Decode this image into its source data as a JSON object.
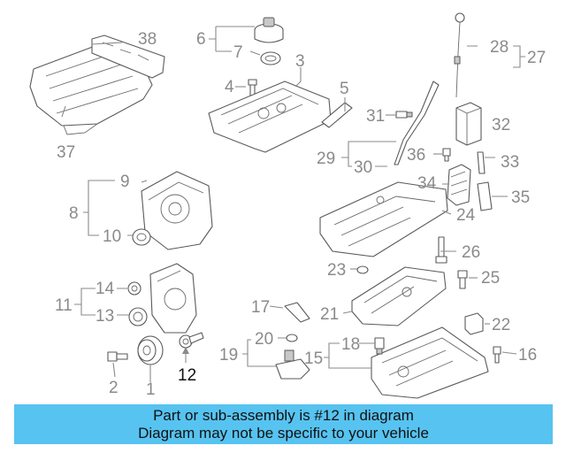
{
  "callouts": [
    "1",
    "2",
    "3",
    "4",
    "5",
    "6",
    "7",
    "8",
    "9",
    "10",
    "11",
    "12",
    "13",
    "14",
    "15",
    "16",
    "17",
    "18",
    "19",
    "20",
    "21",
    "22",
    "23",
    "24",
    "25",
    "26",
    "27",
    "28",
    "29",
    "30",
    "31",
    "32",
    "33",
    "34",
    "35",
    "36",
    "37",
    "38"
  ],
  "highlight": "12",
  "banner": {
    "line1": "Part or sub-assembly is #12 in diagram",
    "line2": "Diagram may not be specific to your vehicle"
  },
  "colors": {
    "banner": "#57c3f0",
    "line": "#8a8a8a",
    "part": "#5a5a5a"
  }
}
